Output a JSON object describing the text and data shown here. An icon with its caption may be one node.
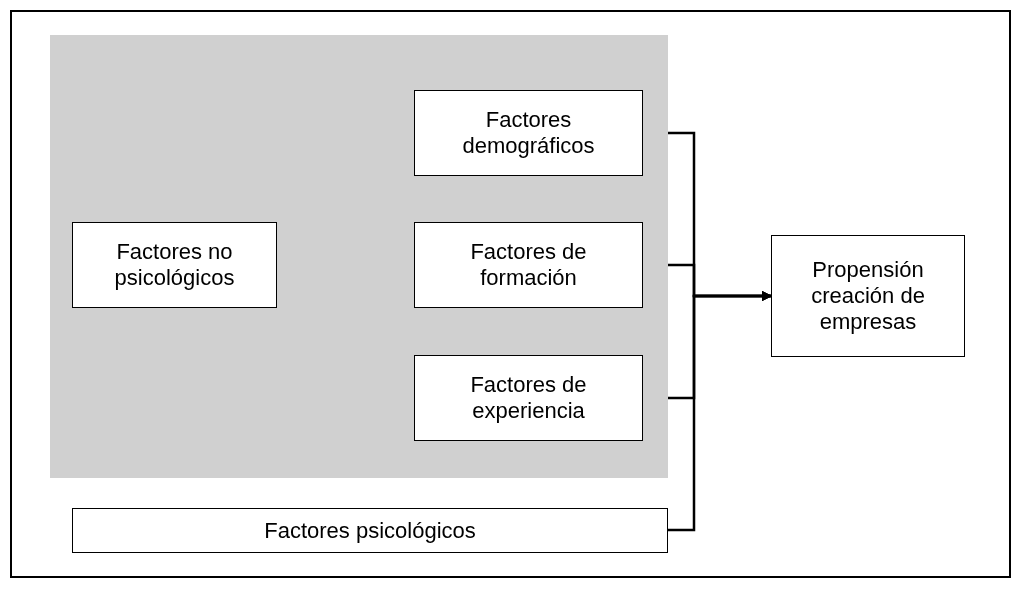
{
  "diagram": {
    "nodes": [
      {
        "text": [],
        "shape": "box"
      },
      {
        "text": [
          "Factores no psicológicos"
        ],
        "in": 0
      },
      {
        "text": [
          "Factores demográficos"
        ],
        "in": 0
      },
      {
        "text": [
          "Factores de formación"
        ],
        "in": 0
      },
      {
        "text": [
          "Factores de experiencia"
        ],
        "in": 0
      },
      {
        "text": [
          "Factores psicológicos"
        ]
      },
      {
        "text": [
          "Propensión creación de empresas"
        ]
      }
    ],
    "edges": [
      {
        "from": 2,
        "to": 6,
        "arrow": "to"
      },
      {
        "from": 3,
        "to": 6,
        "arrow": "to"
      },
      {
        "from": 4,
        "to": 6,
        "arrow": "to"
      },
      {
        "from": 5,
        "to": 6,
        "arrow": "to"
      }
    ]
  }
}
